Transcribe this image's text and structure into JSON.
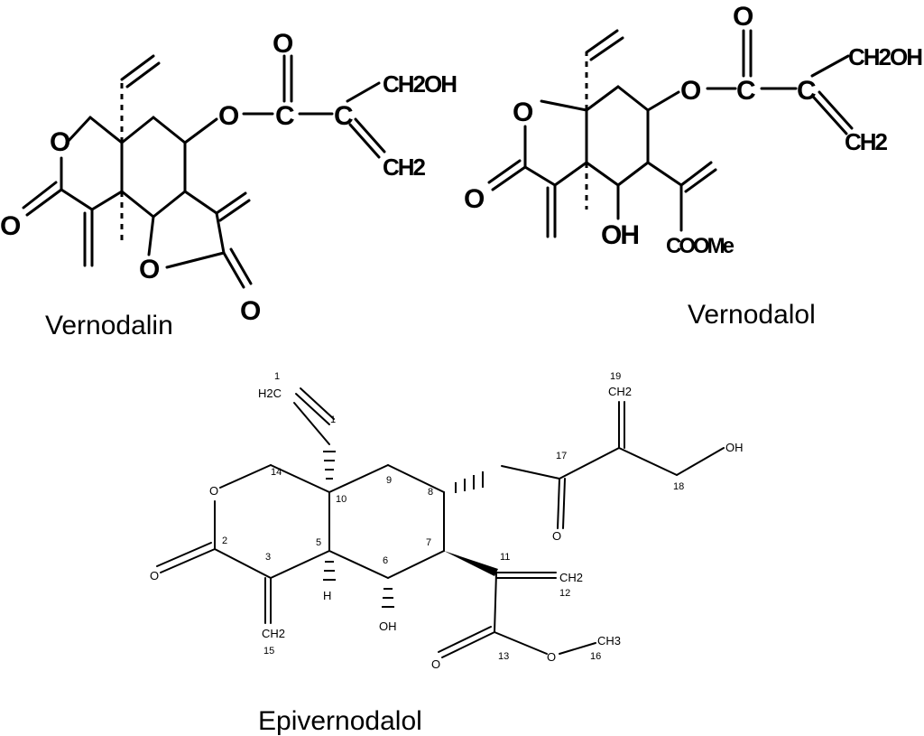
{
  "compounds": [
    {
      "name": "Vernodalin",
      "atoms": {
        "o_carbonyl_left": "O",
        "o_ring_left": "O",
        "o_lactone": "O",
        "o_lactone_carbonyl": "O",
        "o_ester": "O",
        "c_ester": "C",
        "o_ester_carbonyl": "O",
        "c_alpha": "C",
        "ch2oh": "CH2OH",
        "ch2": "CH2"
      }
    },
    {
      "name": "Vernodalol",
      "atoms": {
        "o_ring": "O",
        "o_carbonyl": "O",
        "oh": "OH",
        "cooMe": "COOMe",
        "o_ester": "O",
        "c_ester": "C",
        "o_ester_carbonyl": "O",
        "c_alpha": "C",
        "ch2oh": "CH2OH",
        "ch2": "CH2"
      }
    },
    {
      "name": "Epivernodalol",
      "atoms": {
        "o_ring": "O",
        "o_carbonyl": "O",
        "h2c": "H2C",
        "ch2_top": "CH2",
        "oh_right": "OH",
        "o_ester_carbonyl": "O",
        "ch2_side": "CH2",
        "o_methoxy_carbonyl": "O",
        "o_methoxy": "O",
        "ch3": "CH3",
        "ch2_bottom": "CH2",
        "h": "H",
        "oh_bottom": "OH"
      },
      "numbers": [
        "1",
        "2",
        "1",
        "3",
        "5",
        "10",
        "9",
        "8",
        "6",
        "7",
        "11",
        "12",
        "13",
        "14",
        "15",
        "16",
        "17",
        "18",
        "19"
      ]
    }
  ]
}
